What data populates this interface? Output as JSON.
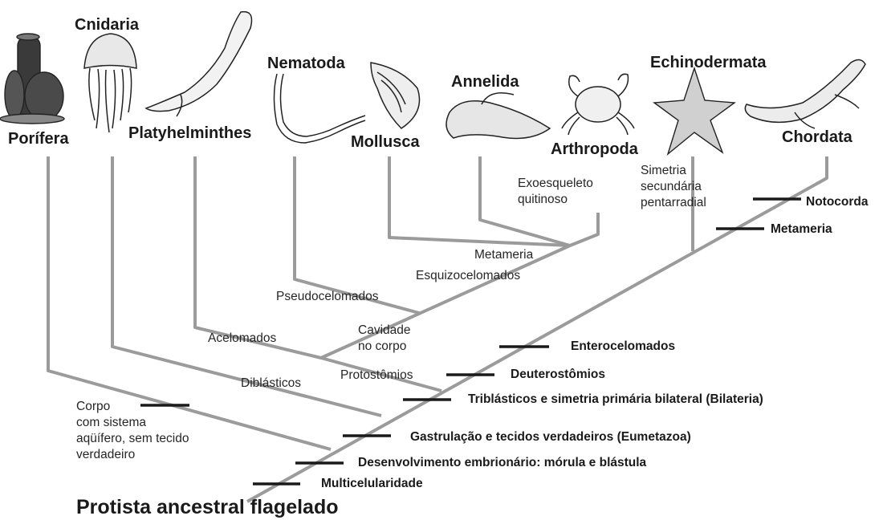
{
  "colors": {
    "branch": "#9b9b9b",
    "tick": "#1a1a1a",
    "text": "#1a1a1a",
    "background": "#ffffff"
  },
  "phyla": {
    "porifera": "Porífera",
    "cnidaria": "Cnidaria",
    "platyhelminthes": "Platyhelminthes",
    "nematoda": "Nematoda",
    "mollusca": "Mollusca",
    "annelida": "Annelida",
    "arthropoda": "Arthropoda",
    "echinodermata": "Echinodermata",
    "chordata": "Chordata"
  },
  "synapomorphies": {
    "multicelularidade": "Multicelularidade",
    "desenvolvimento": "Desenvolvimento embrionário: mórula e blástula",
    "gastrulacao": "Gastrulação e tecidos verdadeiros (Eumetazoa)",
    "triblasticos": "Triblásticos e simetria primária bilateral (Bilateria)",
    "deuterostomios": "Deuterostômios",
    "enterocelomados": "Enterocelomados",
    "metameria_chordata": "Metameria",
    "notocorda": "Notocorda"
  },
  "clade_labels": {
    "diblasticos": "Diblásticos",
    "acelomados": "Acelomados",
    "cavidade": "Cavidade\nno corpo",
    "protostomios": "Protostômios",
    "pseudocelomados": "Pseudocelomados",
    "esquizocelomados": "Esquizocelomados",
    "metameria_annelida": "Metameria",
    "exoesqueleto": "Exoesqueleto\nquitinoso",
    "simetria": "Simetria\nsecundária\npentarradial",
    "corpo": "Corpo\ncom sistema\naqüífero, sem tecido\nverdadeiro"
  },
  "root_label": "Protista ancestral flagelado",
  "organism_icons": [
    "sponge-icon",
    "jellyfish-icon",
    "flatworm-icon",
    "roundworm-icon",
    "shell-icon",
    "earthworm-icon",
    "crab-icon",
    "starfish-icon",
    "lizard-icon"
  ]
}
